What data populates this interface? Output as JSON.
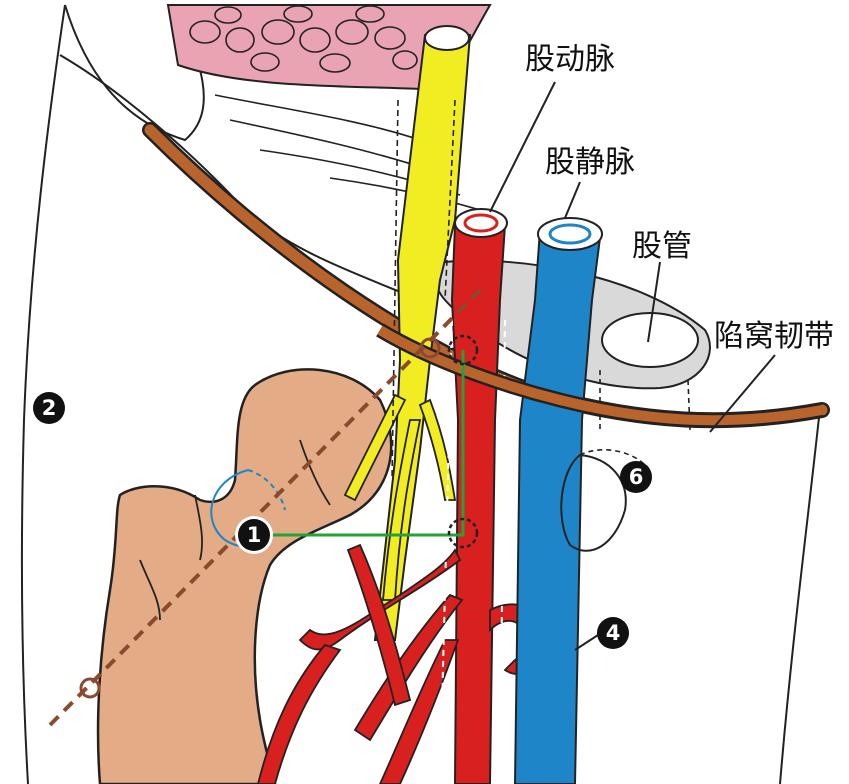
{
  "labels": {
    "femoral_artery": "股动脉",
    "femoral_vein": "股静脉",
    "femoral_canal": "股管",
    "lacunar_ligament": "陷窝韧带"
  },
  "markers": {
    "m1": "1",
    "m2": "2",
    "m4": "4",
    "m6": "6"
  },
  "colors": {
    "artery": "#d8201f",
    "vein": "#1e86c8",
    "nerve": "#f2ec23",
    "ligament": "#b8642c",
    "bone": "#e3ac86",
    "muscle": "#e9a3b3",
    "sheath": "#d9d9d9",
    "guide_line": "#23a23a",
    "axis_line": "#8b4a2f"
  }
}
